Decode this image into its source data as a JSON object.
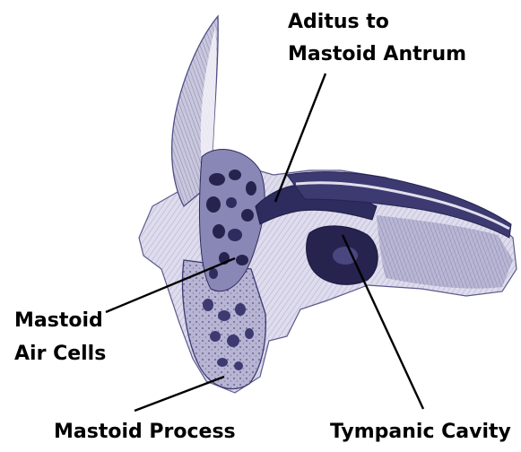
{
  "figure": {
    "labels": {
      "aditus_line1": "Aditus to",
      "aditus_line2": "Mastoid Antrum",
      "air_cells_line1": "Mastoid",
      "air_cells_line2": "Air Cells",
      "mastoid_process": "Mastoid Process",
      "tympanic_cavity": "Tympanic Cavity"
    },
    "colors": {
      "bone_light": "#ecebf3",
      "bone_mid": "#a9a7c9",
      "bone_dark": "#3d3a72",
      "cavity": "#26234f",
      "leader_line": "#000000"
    }
  }
}
